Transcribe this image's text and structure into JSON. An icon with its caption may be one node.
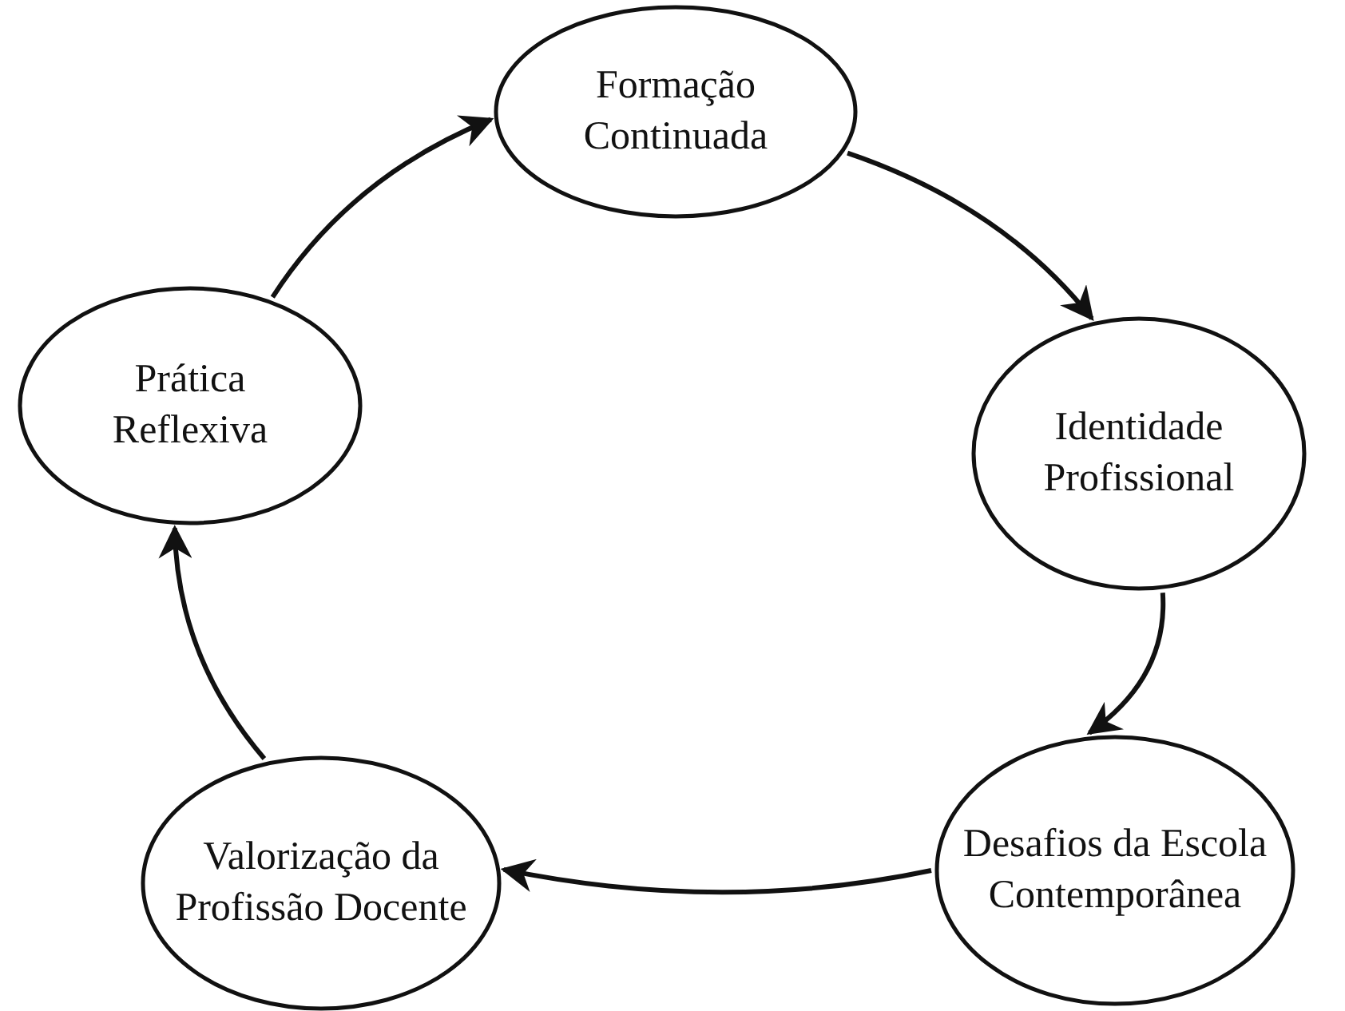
{
  "diagram": {
    "nodes": [
      {
        "text": [
          "Formação Continuada"
        ]
      },
      {
        "text": [
          "Identidade Profissional"
        ]
      },
      {
        "text": [
          "Desafios da Escola Contemporânea"
        ]
      },
      {
        "text": [
          "Valorização da Profissão Docente"
        ]
      },
      {
        "text": [
          "Prática Reflexiva"
        ]
      }
    ],
    "edges": [
      {
        "from": 0,
        "to": 1,
        "arrow": "to"
      },
      {
        "from": 1,
        "to": 2,
        "arrow": "to"
      },
      {
        "from": 2,
        "to": 3,
        "arrow": "to"
      },
      {
        "from": 3,
        "to": 4,
        "arrow": "to"
      },
      {
        "from": 4,
        "to": 0,
        "arrow": "to"
      }
    ]
  }
}
